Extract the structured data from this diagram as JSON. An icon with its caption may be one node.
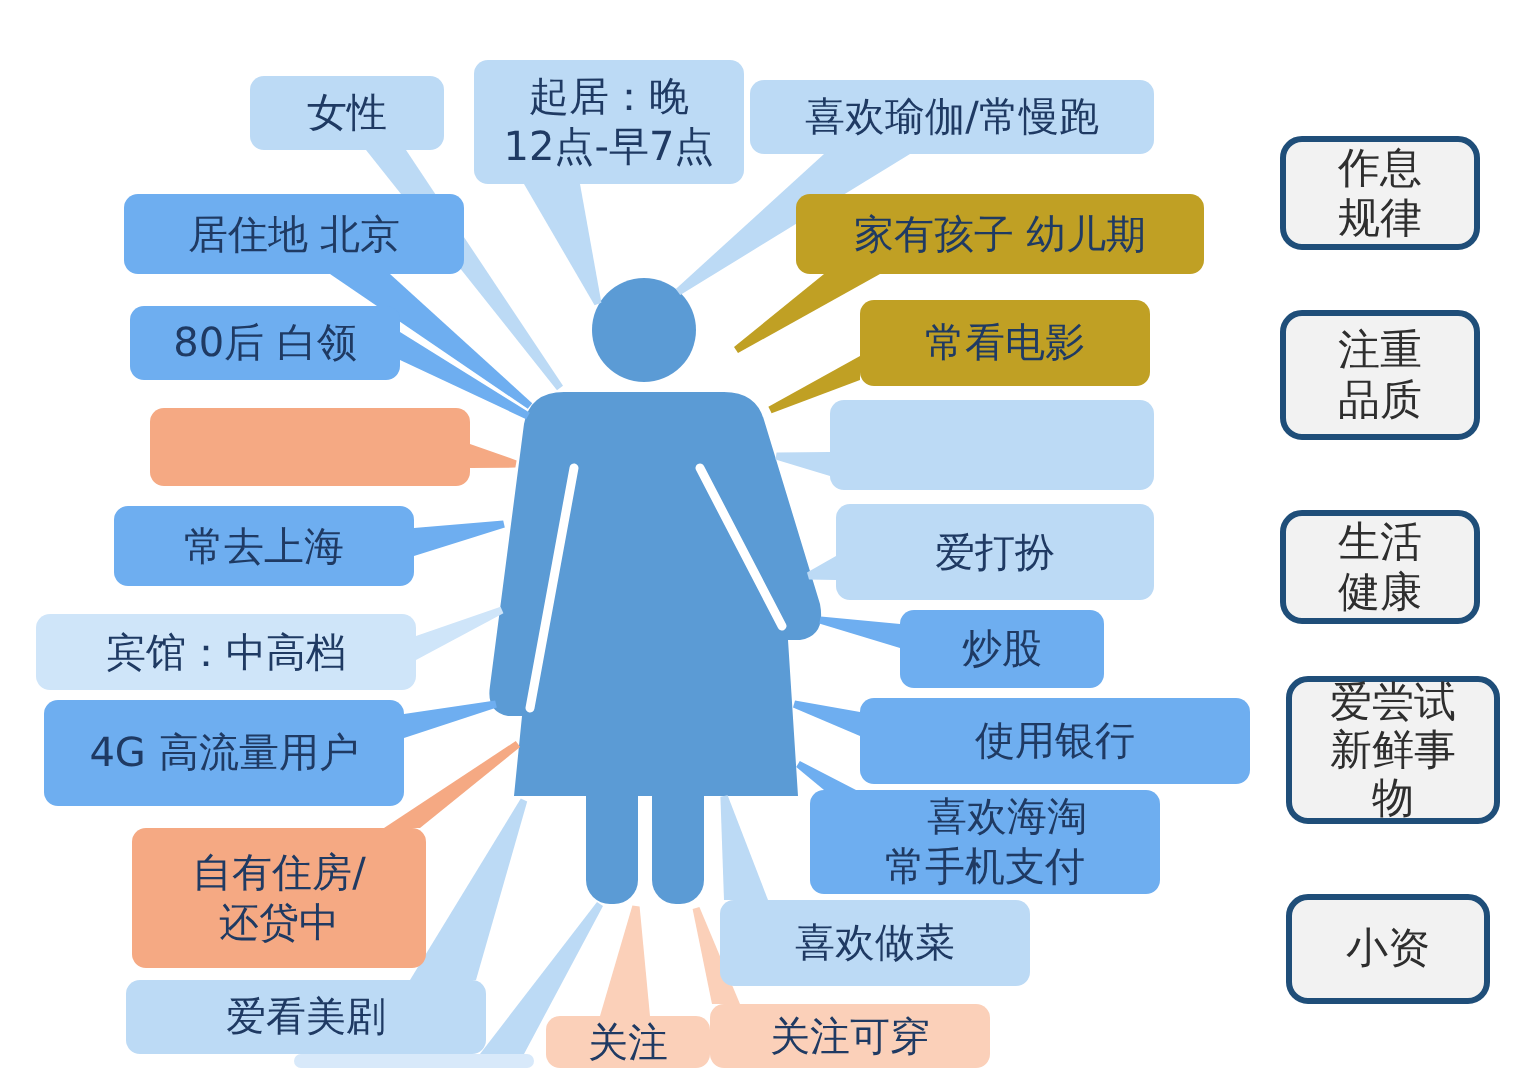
{
  "diagram": {
    "nodes": [
      {
        "text": [],
        "shape": "person"
      },
      {
        "text": [
          "女性"
        ]
      },
      {
        "text": [
          "起居：晚 12点-早7点"
        ]
      },
      {
        "text": [
          "喜欢瑜伽/常慢跑"
        ]
      },
      {
        "text": [
          "居住地 北京"
        ]
      },
      {
        "text": [
          "家有孩子 幼儿期"
        ]
      },
      {
        "text": [
          "80后 白领"
        ]
      },
      {
        "text": [
          "常看电影"
        ]
      },
      {
        "text": [],
        "shape": "box"
      },
      {
        "text": [],
        "shape": "box"
      },
      {
        "text": [
          "常去上海"
        ]
      },
      {
        "text": [
          "爱打扮"
        ]
      },
      {
        "text": [
          "宾馆：中高档"
        ]
      },
      {
        "text": [
          "炒股"
        ]
      },
      {
        "text": [
          "4G 高流量用户"
        ]
      },
      {
        "text": [
          "使用银行"
        ]
      },
      {
        "text": [
          "喜欢海淘常手机支付"
        ]
      },
      {
        "text": [
          "自有住房/还贷中"
        ]
      },
      {
        "text": [
          "喜欢做菜"
        ]
      },
      {
        "text": [
          "爱看美剧"
        ]
      },
      {
        "text": [],
        "shape": "box"
      },
      {
        "text": [
          "关注"
        ]
      },
      {
        "text": [
          "关注可穿"
        ]
      },
      {
        "text": [
          "作息规律"
        ]
      },
      {
        "text": [
          "注重品质"
        ]
      },
      {
        "text": [
          "生活健康"
        ]
      },
      {
        "text": [
          "爱尝试新鲜事物"
        ]
      },
      {
        "text": [
          "小资"
        ]
      }
    ],
    "edges": [
      {
        "from": 1,
        "to": 0,
        "arrow": "none"
      },
      {
        "from": 2,
        "to": 0,
        "arrow": "none"
      },
      {
        "from": 3,
        "to": 0,
        "arrow": "none"
      },
      {
        "from": 4,
        "to": 0,
        "arrow": "none",
        "color": "#6eaef0"
      },
      {
        "from": 5,
        "to": 0,
        "arrow": "none",
        "color": "#c0a024"
      },
      {
        "from": 6,
        "to": 0,
        "arrow": "none",
        "color": "#6eaef0"
      },
      {
        "from": 7,
        "to": 0,
        "arrow": "none",
        "color": "#c0a024"
      },
      {
        "from": 8,
        "to": 0,
        "arrow": "none",
        "color": "#f5a983"
      },
      {
        "from": 9,
        "to": 0,
        "arrow": "none"
      },
      {
        "from": 10,
        "to": 0,
        "arrow": "none",
        "color": "#6eaef0"
      },
      {
        "from": 11,
        "to": 0,
        "arrow": "none"
      },
      {
        "from": 12,
        "to": 0,
        "arrow": "none",
        "color": "#cfe5f9"
      },
      {
        "from": 13,
        "to": 0,
        "arrow": "none",
        "color": "#6eaef0"
      },
      {
        "from": 14,
        "to": 0,
        "arrow": "none",
        "color": "#6eaef0"
      },
      {
        "from": 15,
        "to": 0,
        "arrow": "none",
        "color": "#6eaef0"
      },
      {
        "from": 16,
        "to": 0,
        "arrow": "none",
        "color": "#6eaef0"
      },
      {
        "from": 17,
        "to": 0,
        "arrow": "none",
        "color": "#f5a983"
      },
      {
        "from": 18,
        "to": 0,
        "arrow": "none"
      },
      {
        "from": 19,
        "to": 0,
        "arrow": "none"
      },
      {
        "from": 20,
        "to": 0,
        "arrow": "none"
      },
      {
        "from": 21,
        "to": 0,
        "arrow": "none",
        "color": "#fbd0b9"
      },
      {
        "from": 22,
        "to": 0,
        "arrow": "none",
        "color": "#fbd0b9"
      }
    ]
  }
}
